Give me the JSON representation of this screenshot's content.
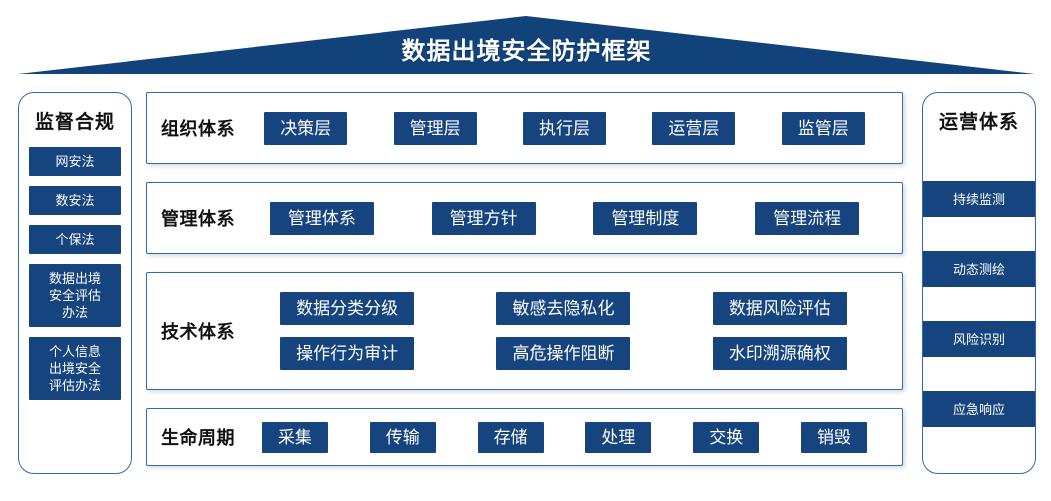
{
  "banner": {
    "title": "数据出境安全防护框架",
    "fill_color": "#114279"
  },
  "theme": {
    "chip_color": "#15447f",
    "card_border_color": "#2b6cb0",
    "text_color_on_chip": "#ffffff"
  },
  "left_panel": {
    "title": "监督合规",
    "items": [
      {
        "label": "网安法"
      },
      {
        "label": "数安法"
      },
      {
        "label": "个保法"
      },
      {
        "label": "数据出境\n安全评估\n办法"
      },
      {
        "label": "个人信息\n出境安全\n评估办法"
      }
    ]
  },
  "right_panel": {
    "title": "运营体系",
    "items": [
      {
        "label": "持续监测"
      },
      {
        "label": "动态测绘"
      },
      {
        "label": "风险识别"
      },
      {
        "label": "应急响应"
      }
    ]
  },
  "main": {
    "rows": [
      {
        "label": "组织体系",
        "chips": [
          "决策层",
          "管理层",
          "执行层",
          "运营层",
          "监管层"
        ]
      },
      {
        "label": "管理体系",
        "chips": [
          "管理体系",
          "管理方针",
          "管理制度",
          "管理流程"
        ]
      },
      {
        "label": "技术体系",
        "chips_row1": [
          "数据分类分级",
          "敏感去隐私化",
          "数据风险评估"
        ],
        "chips_row2": [
          "操作行为审计",
          "高危操作阻断",
          "水印溯源确权"
        ]
      },
      {
        "label": "生命周期",
        "chips": [
          "采集",
          "传输",
          "存储",
          "处理",
          "交换",
          "销毁"
        ]
      }
    ]
  }
}
